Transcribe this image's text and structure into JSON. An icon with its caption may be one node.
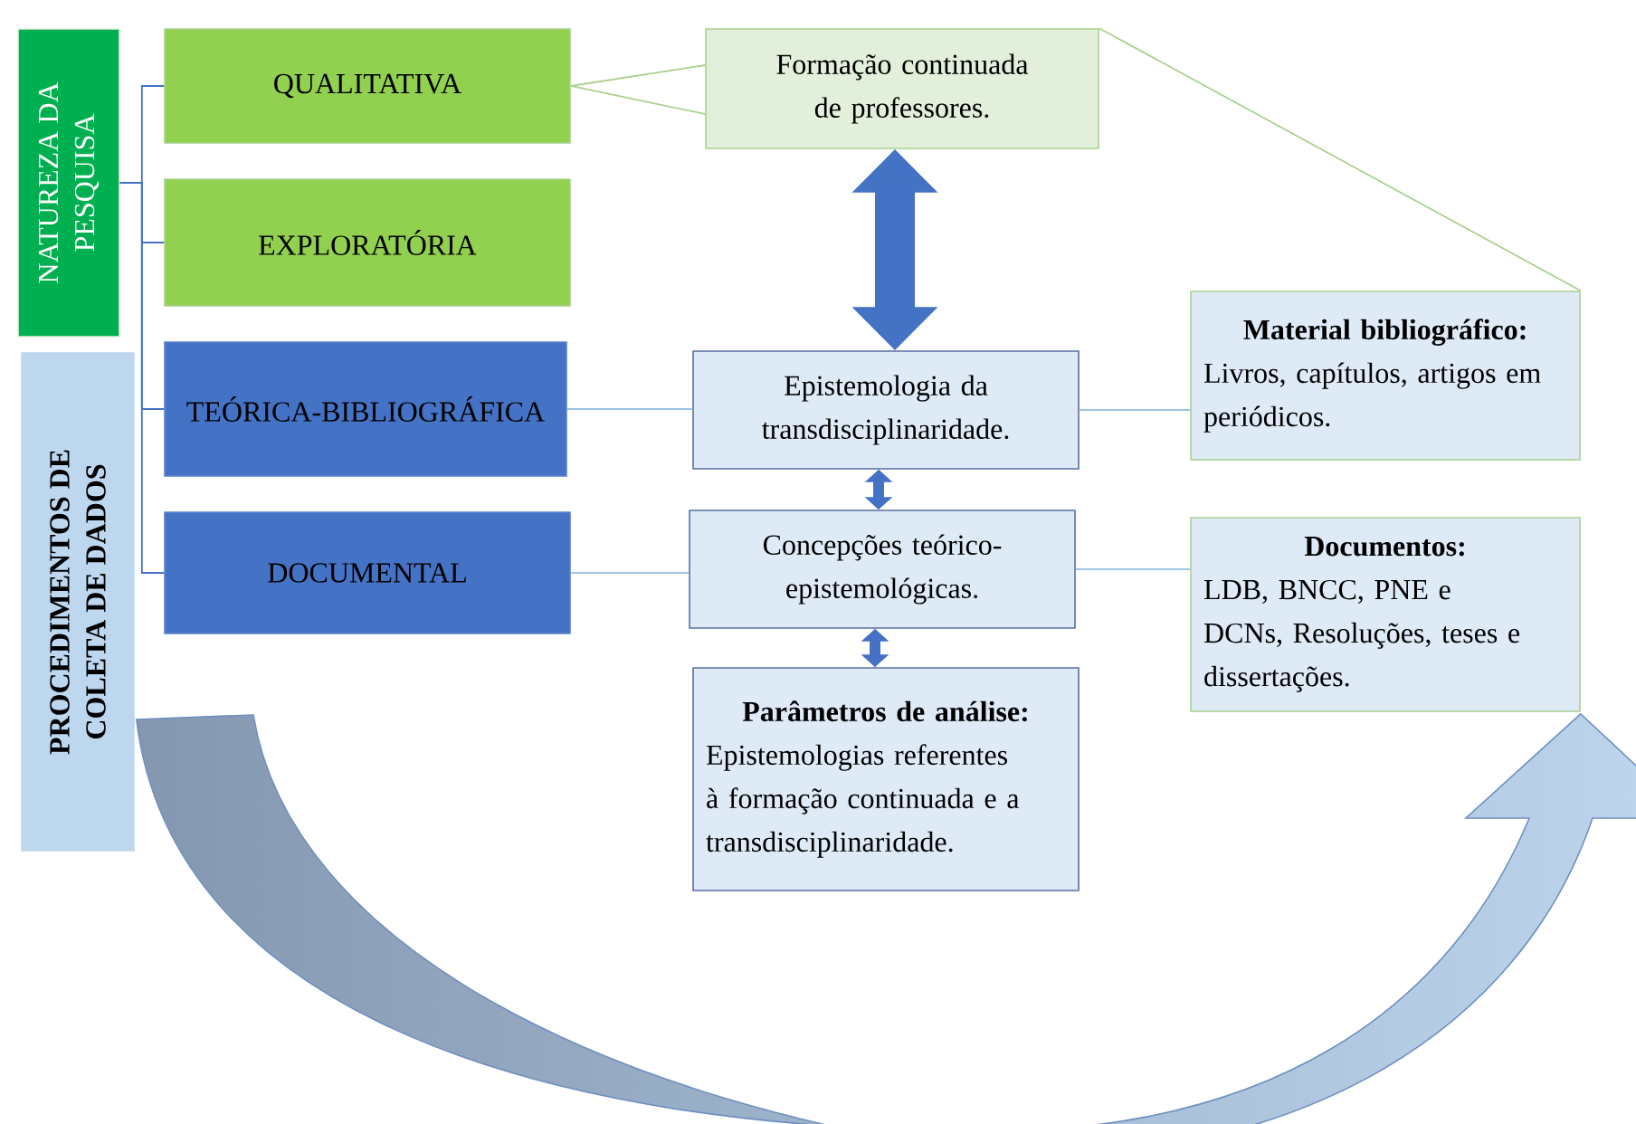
{
  "diagram": {
    "nodes": [
      {
        "text": [
          "NATUREZA DA PESQUISA"
        ]
      },
      {
        "text": [
          "PROCEDIMENTOS DE COLETA DE DADOS"
        ]
      },
      {
        "text": [
          "QUALITATIVA"
        ]
      },
      {
        "text": [
          "EXPLORATÓRIA"
        ]
      },
      {
        "text": [
          "TEÓRICA-BIBLIOGRÁFICA"
        ]
      },
      {
        "text": [
          "DOCUMENTAL"
        ]
      },
      {
        "text": [
          "Formação continuada de professores."
        ]
      },
      {
        "text": [
          "Epistemologia da transdisciplinaridade."
        ]
      },
      {
        "text": [
          "Concepções teórico-epistemológicas."
        ]
      },
      {
        "text": [
          "Parâmetros de análise:",
          "Epistemologias referentes à formação continuada e a transdisciplinaridade."
        ]
      },
      {
        "text": [
          "Material bibliográfico:",
          "Livros, capítulos, artigos em periódicos."
        ]
      },
      {
        "text": [
          "Documentos:",
          "LDB, BNCC, PNE e DCNs, Resoluções, teses e dissertações."
        ]
      }
    ],
    "edges": [
      {
        "from": 0,
        "to": 2,
        "arrow": "none",
        "color": "#4472c4"
      },
      {
        "from": 0,
        "to": 3,
        "arrow": "none",
        "color": "#4472c4"
      },
      {
        "from": 0,
        "to": 4,
        "arrow": "none",
        "color": "#4472c4"
      },
      {
        "from": 0,
        "to": 5,
        "arrow": "none",
        "color": "#4472c4"
      },
      {
        "from": 2,
        "to": 6,
        "arrow": "none",
        "color": "#a9d18e"
      },
      {
        "from": 2,
        "to": 6,
        "arrow": "none",
        "color": "#a9d18e"
      },
      {
        "from": 6,
        "to": 10,
        "arrow": "none",
        "color": "#a9d18e"
      },
      {
        "from": 6,
        "to": 7,
        "arrow": "both",
        "style": "thick",
        "color": "#4472c4"
      },
      {
        "from": 4,
        "to": 7,
        "arrow": "none"
      },
      {
        "from": 7,
        "to": 10,
        "arrow": "none"
      },
      {
        "from": 7,
        "to": 8,
        "arrow": "both",
        "style": "thick",
        "color": "#4472c4"
      },
      {
        "from": 5,
        "to": 8,
        "arrow": "none"
      },
      {
        "from": 8,
        "to": 11,
        "arrow": "none"
      },
      {
        "from": 8,
        "to": 9,
        "arrow": "both",
        "style": "thick",
        "color": "#4472c4"
      },
      {
        "from": 1,
        "to": 11,
        "arrow": "to",
        "style": "thick",
        "color": "#bdd7ee"
      }
    ]
  }
}
